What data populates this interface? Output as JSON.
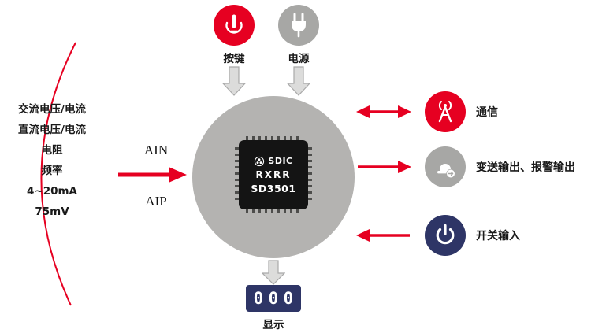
{
  "left": {
    "items": [
      "交流电压/电流",
      "直流电压/电流",
      "电阻",
      "频率",
      "4~20mA",
      "75mV"
    ]
  },
  "inputs": {
    "ain": "AIN",
    "aip": "AIP"
  },
  "top": {
    "button_label": "按键",
    "power_label": "电源"
  },
  "chip": {
    "brand": "SDIC",
    "code": "RXRR",
    "part": "SD3501"
  },
  "right": {
    "comm_label": "通信",
    "output_label": "变送输出、报警输出",
    "switch_label": "开关输入"
  },
  "bottom": {
    "digits": [
      "0",
      "0",
      "0"
    ],
    "label": "显示"
  },
  "colors": {
    "red": "#e60021",
    "gray_icon": "#a7a7a5",
    "big_circle": "#b4b3b1",
    "navy": "#2e3566",
    "chip_body": "#141414"
  }
}
